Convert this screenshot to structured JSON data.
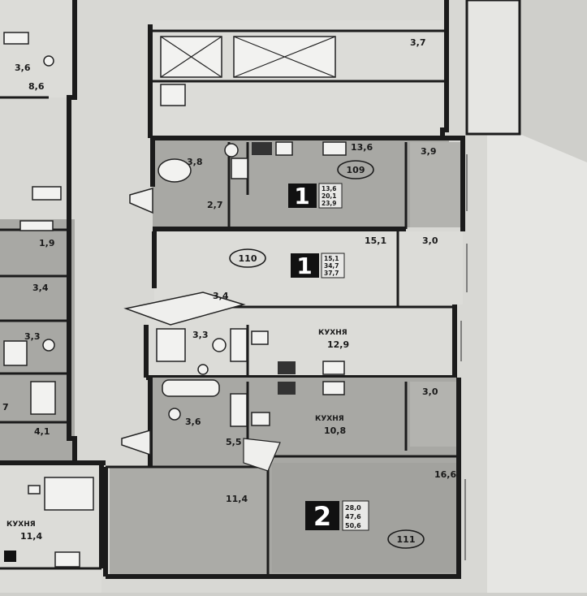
{
  "rooms": {
    "top_right_balcony": "3,7",
    "top_left_bath": "3,6",
    "top_left_corridor": "8,6",
    "left_a": "1,9",
    "left_b": "3,4",
    "left_c": "3,3",
    "left_d": "7",
    "left_e": "4,1",
    "left_kitchen_label": "КУХНЯ",
    "left_kitchen_area": "11,4",
    "apt109_bath": "3,8",
    "apt109_hall": "2,7",
    "apt109_room": "13,6",
    "apt109_balcony": "3,9",
    "apt110_room": "15,1",
    "apt110_balcony": "3,0",
    "apt110_hall": "3,4",
    "apt110_bath": "3,3",
    "apt110_kitchen_label": "КУХНЯ",
    "apt110_kitchen_area": "12,9",
    "apt111_bath": "3,6",
    "apt111_hall": "5,5",
    "apt111_kitchen_label": "КУХНЯ",
    "apt111_kitchen_area": "10,8",
    "apt111_balcony": "3,0",
    "apt111_corridor": "11,4",
    "apt111_room": "16,6"
  },
  "apartments": [
    {
      "id": "109",
      "rooms_count": "1",
      "areas": [
        "13,6",
        "20,1",
        "23,9"
      ]
    },
    {
      "id": "110",
      "rooms_count": "1",
      "areas": [
        "15,1",
        "34,7",
        "37,7"
      ]
    },
    {
      "id": "111",
      "rooms_count": "2",
      "areas": [
        "28,0",
        "47,6",
        "50,6"
      ]
    }
  ]
}
